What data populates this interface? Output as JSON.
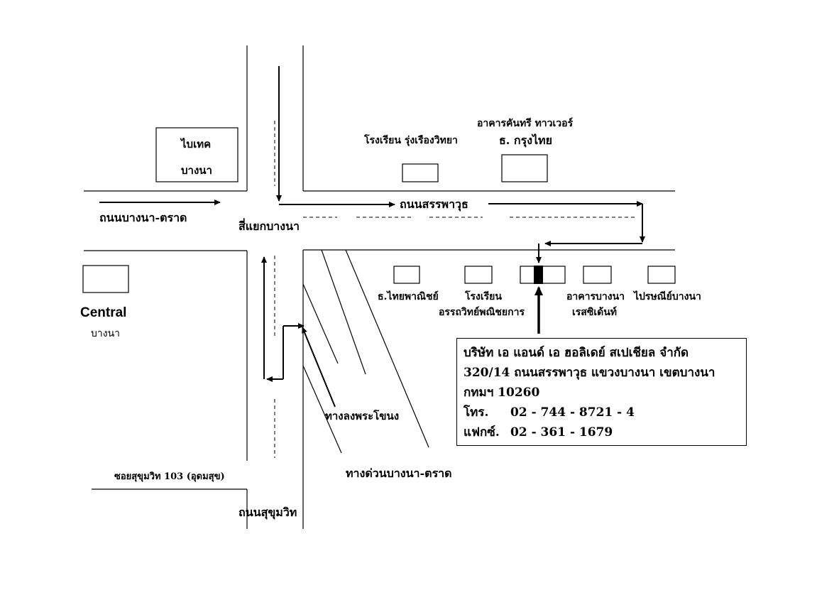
{
  "places": {
    "bitec_line1": "ไบเทค",
    "bitec_line2": "บางนา",
    "school_rung": "โรงเรียน รุ่งเรืองวิทยา",
    "country_tower": "อาคารคันทรี ทาวเวอร์",
    "krungthai_bank": "ธ. กรุงไทย",
    "scb_bank": "ธ.ไทยพาณิชย์",
    "school_ort_line1": "โรงเรียน",
    "school_ort_line2": "อรรถวิทย์พณิชยการ",
    "bangna_res_line1": "อาคารบางนา",
    "bangna_res_line2": "เรสซิเด้นท์",
    "post_office": "ไปรษณีย์บางนา",
    "central": "Central",
    "central_sub": "บางนา"
  },
  "roads": {
    "bangna_trad": "ถนนบางนา-ตราด",
    "intersection": "สี่แยกบางนา",
    "sanphawut": "ถนนสรรพาวุธ",
    "phra_khanong_ramp": "ทางลงพระโขนง",
    "expressway": "ทางด่วนบางนา-ตราด",
    "soi_103": "ซอยสุขุมวิท 103 (อุดมสุข)",
    "sukhumvit": "ถนนสุขุมวิท"
  },
  "company": {
    "name": "บริษัท เอ แอนด์ เอ ฮอลิเดย์ สเปเชียล จำกัด",
    "address_line1": "320/14 ถนนสรรพาวุธ แขวงบางนา เขตบางนา",
    "address_line2": "กทมฯ 10260",
    "tel_label": "โทร.",
    "tel": "02 - 744 - 8721 - 4",
    "fax_label": "แฟกซ์.",
    "fax": "02 - 361 - 1679"
  }
}
